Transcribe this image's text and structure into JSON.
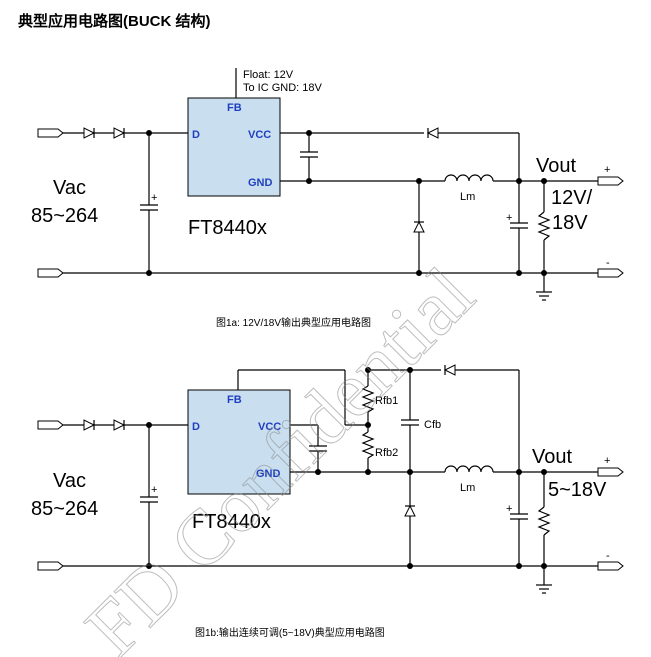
{
  "title": "典型应用电路图(BUCK 结构)",
  "figure_a": {
    "fb_note_line1": "Float: 12V",
    "fb_note_line2": "To IC GND: 18V",
    "pin_fb": "FB",
    "pin_d": "D",
    "pin_vcc": "VCC",
    "pin_gnd": "GND",
    "input_label": "Vac",
    "input_range": "85~264",
    "ic_name": "FT8440x",
    "inductor": "Lm",
    "output_label": "Vout",
    "output_value_1": "12V/",
    "output_value_2": "18V",
    "plus": "+",
    "minus": "-",
    "cap_plus": "+",
    "caption": "图1a: 12V/18V输出典型应用电路图"
  },
  "figure_b": {
    "pin_fb": "FB",
    "pin_d": "D",
    "pin_vcc": "VCC",
    "pin_gnd": "GND",
    "rfb1": "Rfb1",
    "rfb2": "Rfb2",
    "cfb": "Cfb",
    "input_label": "Vac",
    "input_range": "85~264",
    "ic_name": "FT8440x",
    "inductor": "Lm",
    "output_label": "Vout",
    "output_value": "5~18V",
    "plus": "+",
    "minus": "-",
    "cap_plus": "+",
    "caption": "图1b:输出连续可调(5~18V)典型应用电路图"
  },
  "watermark": "FD Confidential"
}
